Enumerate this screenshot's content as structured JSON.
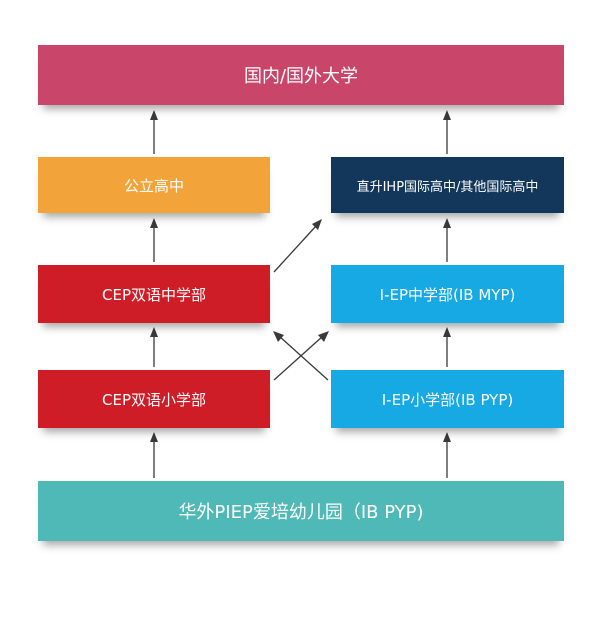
{
  "nodes": {
    "university": "国内/国外大学",
    "public_high_school": "公立高中",
    "ihp_high_school": "直升IHP国际高中/其他国际高中",
    "cep_middle_school": "CEP双语中学部",
    "iep_middle_school": "I-EP中学部(IB MYP)",
    "cep_primary_school": "CEP双语小学部",
    "iep_primary_school": "I-EP小学部(IB PYP)",
    "kindergarten": "华外PIEP爱培幼儿园（IB PYP)"
  },
  "colors": {
    "university": "#c9466a",
    "public_high_school": "#f2a33a",
    "ihp_high_school": "#12375a",
    "cep_track": "#ce1d27",
    "iep_track": "#16a9e4",
    "kindergarten": "#4fb9b7",
    "arrow": "#3a3a3a"
  },
  "edges": [
    {
      "from": "kindergarten",
      "to": "cep_primary_school"
    },
    {
      "from": "kindergarten",
      "to": "iep_primary_school"
    },
    {
      "from": "cep_primary_school",
      "to": "cep_middle_school"
    },
    {
      "from": "cep_primary_school",
      "to": "iep_middle_school"
    },
    {
      "from": "iep_primary_school",
      "to": "iep_middle_school"
    },
    {
      "from": "iep_primary_school",
      "to": "cep_middle_school"
    },
    {
      "from": "cep_middle_school",
      "to": "public_high_school"
    },
    {
      "from": "cep_middle_school",
      "to": "ihp_high_school"
    },
    {
      "from": "iep_middle_school",
      "to": "ihp_high_school"
    },
    {
      "from": "public_high_school",
      "to": "university"
    },
    {
      "from": "ihp_high_school",
      "to": "university"
    }
  ]
}
